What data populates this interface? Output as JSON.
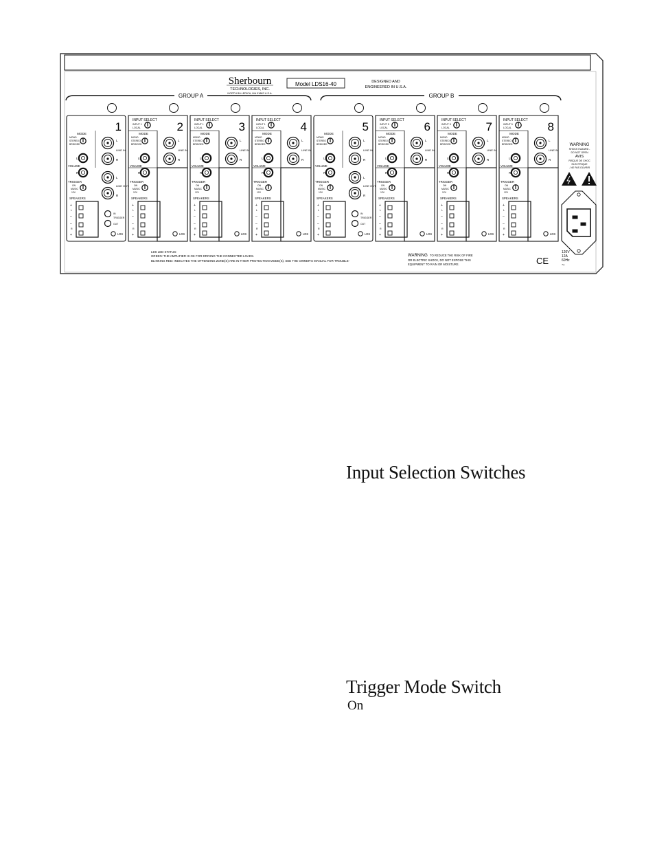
{
  "panel": {
    "brand": "Sherbourn",
    "brand_sub": "TECHNOLOGIES, INC.",
    "brand_addr": "NORTH BILLERICA, MA 01862 U.S.A.",
    "model": "Model LDS16-40",
    "designed_1": "DESIGNED AND",
    "designed_2": "ENGINEERED IN U.S.A.",
    "group_a": "GROUP A",
    "group_b": "GROUP B",
    "channels": [
      "1",
      "2",
      "3",
      "4",
      "5",
      "6",
      "7",
      "8"
    ],
    "labels": {
      "input_select": "INPUT SELECT",
      "input_1": "INPUT 1",
      "input_5": "INPUT 5",
      "local": "LOCAL",
      "mode": "MODE",
      "mono": "MONO",
      "stereo": "STEREO",
      "bridged": "BRIDGED",
      "volume": "VOLUME",
      "trigger": "TRIGGER",
      "on": "ON",
      "music": "MUSIC",
      "twelve_v": "12V",
      "speakers": "SPEAKERS",
      "lds": "LDS",
      "line_in": "LINE IN",
      "line_out": "LINE OUT",
      "trigger_in": "IN",
      "trigger_out": "OUT",
      "l": "L",
      "r": "R",
      "plus": "+",
      "minus": "–"
    },
    "warning_title": "WARNING",
    "warning_lines": [
      "SHOCK HAZARD -",
      "DO NOT OPEN"
    ],
    "avis_title": "AVIS",
    "avis_lines": [
      "RISQUE DE CHOC",
      "ELECTRIQUE",
      "- NE PAS OUVRIR"
    ],
    "lds_status_lines": [
      "LDS LED STATUS:",
      "GREEN: THE AMPLIFIER IS OK FOR DRIVING THE CONNECTED LOADS.",
      "BLINKING RED: INDICATES THE OFFENDING ZONE(S) ARE IN THEIR PROTECTION MODE(S). SEE THE OWNER'S MANUAL FOR TROUBLE-"
    ],
    "bottom_warning_title": "WARNING",
    "bottom_warning_lines": [
      "TO REDUCE THE RISK OF FIRE",
      "OR ELECTRIC SHOCK, DO NOT EXPOSE THIS",
      "EQUIPMENT TO RAIN OR MOISTURE."
    ],
    "ce": "CE",
    "power_lines": [
      "120V",
      "12A",
      "60Hz",
      "~"
    ]
  },
  "text": {
    "heading_1": "Input Selection Switches",
    "heading_2": "Trigger Mode Switch",
    "sub_2": "On"
  }
}
